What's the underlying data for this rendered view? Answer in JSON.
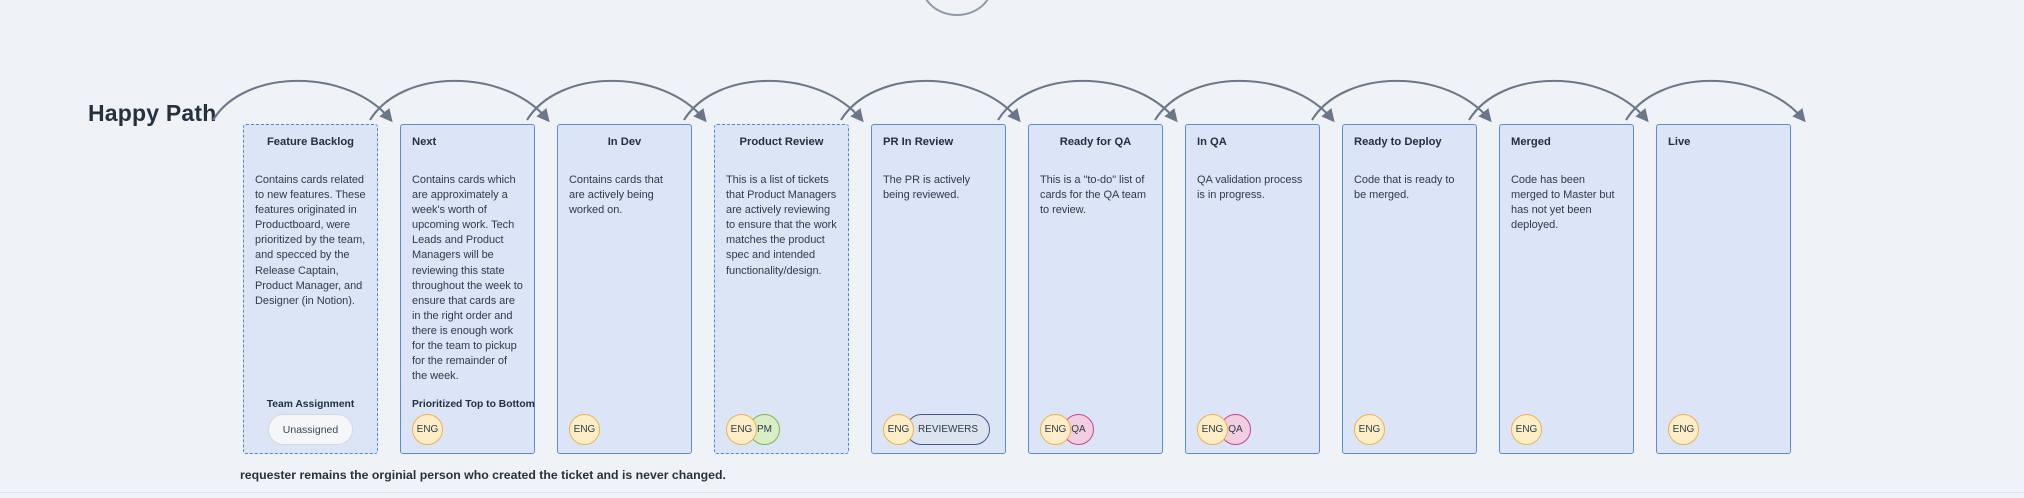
{
  "page": {
    "title": "Happy Path",
    "bottom_note": "requester remains the orginial person who created the ticket and is never changed.",
    "bg_color": "#eff3f7",
    "lane_fill": "#dbe5f7",
    "lane_border": "#5b8bd0",
    "lane_border_dashed": "#4a86e8"
  },
  "lanes": [
    {
      "title": "Feature Backlog",
      "title_align": "center",
      "style": "dashed",
      "description": "Contains cards related to new features. These features originated in Productboard, were prioritized by the team, and specced by the Release Captain, Product Manager, and Designer (in Notion).",
      "foot_label": "Team Assignment",
      "foot_align": "center",
      "chips": [
        {
          "label": "Unassigned",
          "type": "unassigned",
          "shape": "pill"
        }
      ]
    },
    {
      "title": "Next",
      "title_align": "left",
      "style": "solid",
      "description": "Contains cards which are approximately a week's worth of upcoming work. Tech Leads and Product Managers will be reviewing this state throughout the week to ensure that cards are in the right order and there is enough work for the team to pickup for the remainder of the week.",
      "foot_label": "Prioritized Top to Bottom",
      "foot_align": "left",
      "chips": [
        {
          "label": "ENG",
          "type": "eng",
          "shape": "circle"
        }
      ]
    },
    {
      "title": "In Dev",
      "title_align": "center",
      "style": "solid",
      "description": "Contains cards that are actively being worked on.",
      "foot_label": "",
      "foot_align": "left",
      "chips": [
        {
          "label": "ENG",
          "type": "eng",
          "shape": "circle"
        }
      ]
    },
    {
      "title": "Product Review",
      "title_align": "center",
      "style": "dashed",
      "description": "This is a list of tickets that Product Managers are actively reviewing to ensure that the work matches the product spec and intended functionality/design.",
      "foot_label": "",
      "foot_align": "left",
      "chips": [
        {
          "label": "ENG",
          "type": "eng",
          "shape": "circle"
        },
        {
          "label": "PM",
          "type": "pm",
          "shape": "circle"
        }
      ]
    },
    {
      "title": "PR In Review",
      "title_align": "left",
      "style": "solid",
      "description": "The PR is actively being reviewed.",
      "foot_label": "",
      "foot_align": "left",
      "chips": [
        {
          "label": "ENG",
          "type": "eng",
          "shape": "circle"
        },
        {
          "label": "REVIEWERS",
          "type": "reviewers",
          "shape": "pill"
        }
      ]
    },
    {
      "title": "Ready for QA",
      "title_align": "center",
      "style": "solid",
      "description": "This is a \"to-do\" list of cards for the QA team to review.",
      "foot_label": "",
      "foot_align": "left",
      "chips": [
        {
          "label": "ENG",
          "type": "eng",
          "shape": "circle"
        },
        {
          "label": "QA",
          "type": "qa",
          "shape": "circle"
        }
      ]
    },
    {
      "title": "In QA",
      "title_align": "left",
      "style": "solid",
      "description": "QA validation process is in progress.",
      "foot_label": "",
      "foot_align": "left",
      "chips": [
        {
          "label": "ENG",
          "type": "eng",
          "shape": "circle"
        },
        {
          "label": "QA",
          "type": "qa",
          "shape": "circle"
        }
      ]
    },
    {
      "title": "Ready to Deploy",
      "title_align": "left",
      "style": "solid",
      "description": "Code that is ready to be merged.",
      "foot_label": "",
      "foot_align": "left",
      "chips": [
        {
          "label": "ENG",
          "type": "eng",
          "shape": "circle"
        }
      ]
    },
    {
      "title": "Merged",
      "title_align": "left",
      "style": "solid",
      "description": "Code has been merged to Master but has not yet been deployed.",
      "foot_label": "",
      "foot_align": "left",
      "chips": [
        {
          "label": "ENG",
          "type": "eng",
          "shape": "circle"
        }
      ]
    },
    {
      "title": "Live",
      "title_align": "left",
      "style": "solid",
      "description": "",
      "foot_label": "",
      "foot_align": "left",
      "chips": [
        {
          "label": "ENG",
          "type": "eng",
          "shape": "circle"
        }
      ]
    }
  ],
  "arrows": {
    "count": 10,
    "color": "#6b7789",
    "style": "curved-arc-with-arrowhead"
  }
}
